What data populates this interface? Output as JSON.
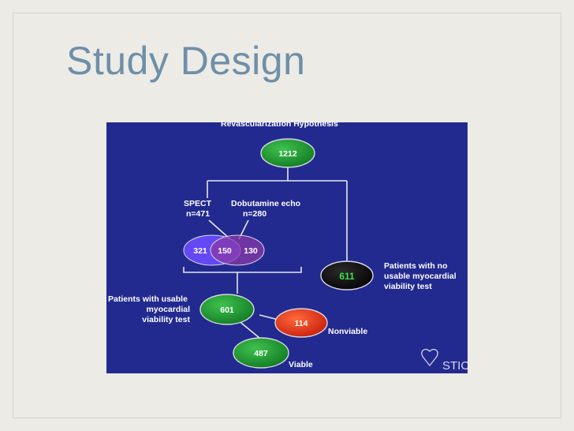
{
  "slide": {
    "title": "Study Design"
  },
  "diagram": {
    "heading": "Revascularization Hypothesis",
    "root": "1212",
    "spect_label": "SPECT",
    "spect_n": "n=471",
    "dobutamine_label": "Dobutamine echo",
    "dobutamine_n": "n=280",
    "venn_left": "321",
    "venn_mid": "150",
    "venn_right": "130",
    "no_viability": "611",
    "no_viability_text": [
      "Patients with no",
      "usable myocardial",
      "viability test"
    ],
    "usable": "601",
    "usable_text": [
      "Patients with usable",
      "myocardial",
      "viability test"
    ],
    "nonviable": "114",
    "nonviable_label": "Nonviable",
    "viable": "487",
    "viable_label": "Viable",
    "logo_text": "STIC"
  },
  "colors": {
    "background": "#222a90",
    "green_node": "#1a8a2e",
    "black_node": "#0a0a0a",
    "red_node": "#e0321a",
    "venn_left": "#6a4bff",
    "venn_right": "#8a3aa8"
  }
}
